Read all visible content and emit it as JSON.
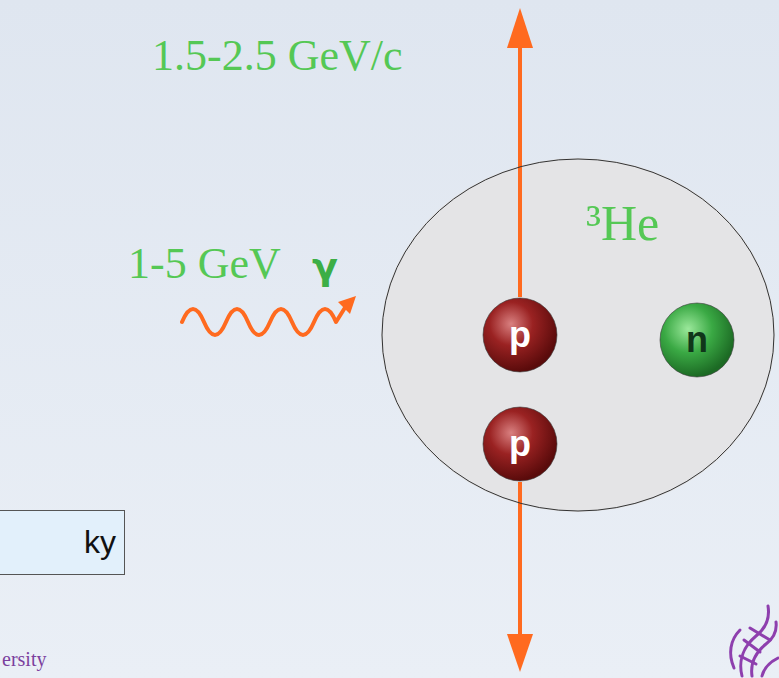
{
  "diagram": {
    "nodes": [
      {
        "text": [
          "³He"
        ]
      },
      {
        "text": [
          "p"
        ],
        "in": 0
      },
      {
        "text": [
          "n"
        ],
        "in": 0
      },
      {
        "text": [
          "p"
        ],
        "in": 0
      },
      {
        "text": [
          "ky"
        ]
      }
    ],
    "labels": [
      "1.5-2.5 GeV/c",
      "1-5 GeV",
      "γ",
      "ersity"
    ]
  }
}
